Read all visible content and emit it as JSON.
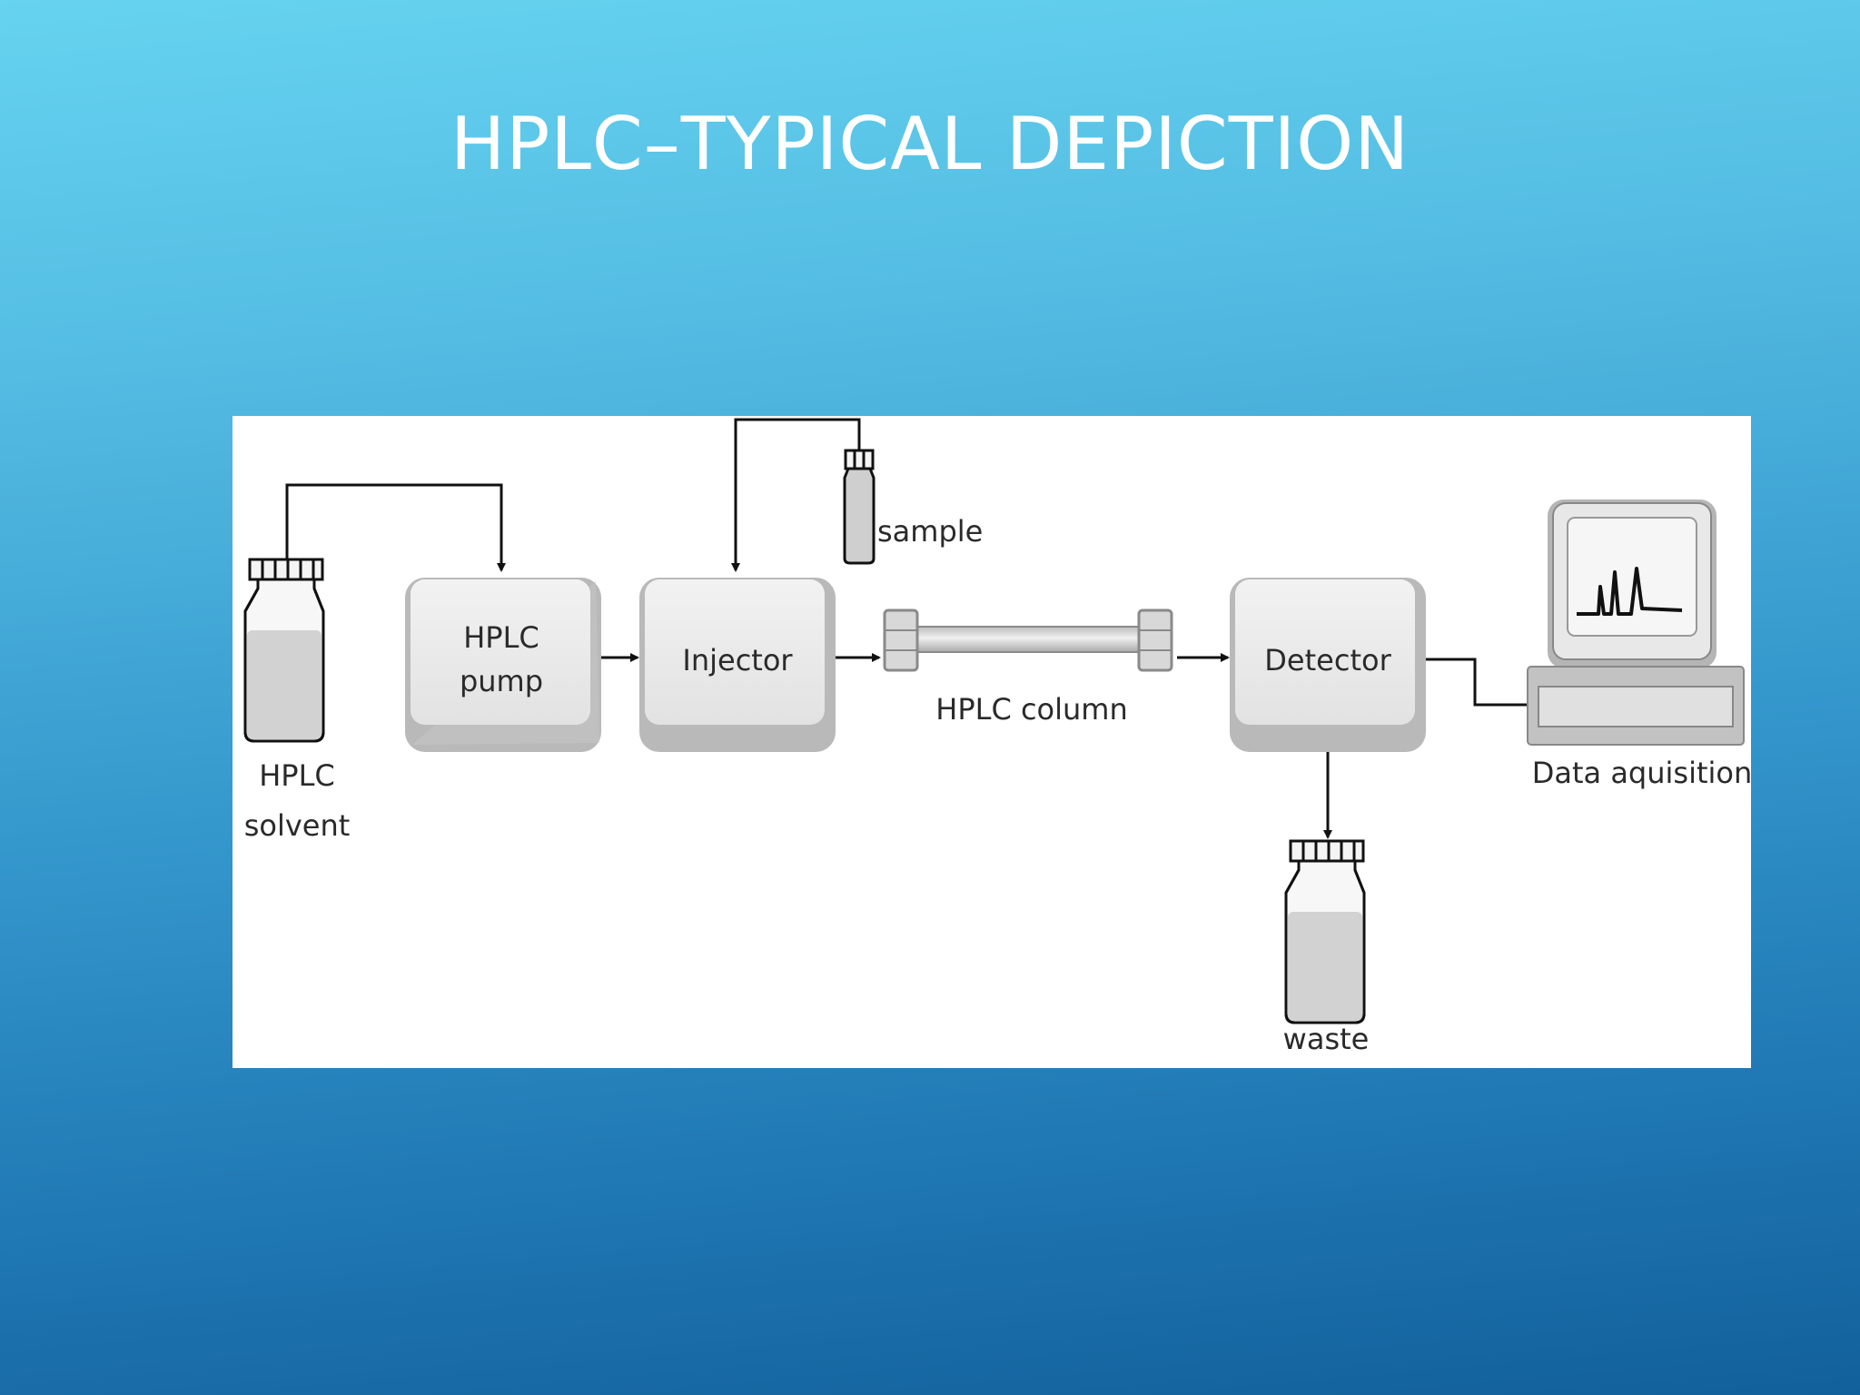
{
  "slide": {
    "title": "HPLC–TYPICAL DEPICTION"
  },
  "diagram": {
    "components": {
      "solvent_label_line1": "HPLC",
      "solvent_label_line2": "solvent",
      "pump_label_line1": "HPLC",
      "pump_label_line2": "pump",
      "injector_label": "Injector",
      "sample_label": "sample",
      "column_label": "HPLC column",
      "detector_label": "Detector",
      "data_acquisition_label": "Data aquisition",
      "waste_label": "waste"
    },
    "icons": {
      "solvent_bottle": "bottle-icon",
      "sample_vial": "vial-icon",
      "column": "column-icon",
      "computer": "computer-icon",
      "chromatogram": "chromatogram-icon",
      "waste_bottle": "bottle-icon"
    },
    "colors": {
      "box_fill": "#e9e9e9",
      "box_shadow": "#b9b9b9",
      "line": "#111111",
      "bottle_fill": "#d2d2d2"
    }
  }
}
